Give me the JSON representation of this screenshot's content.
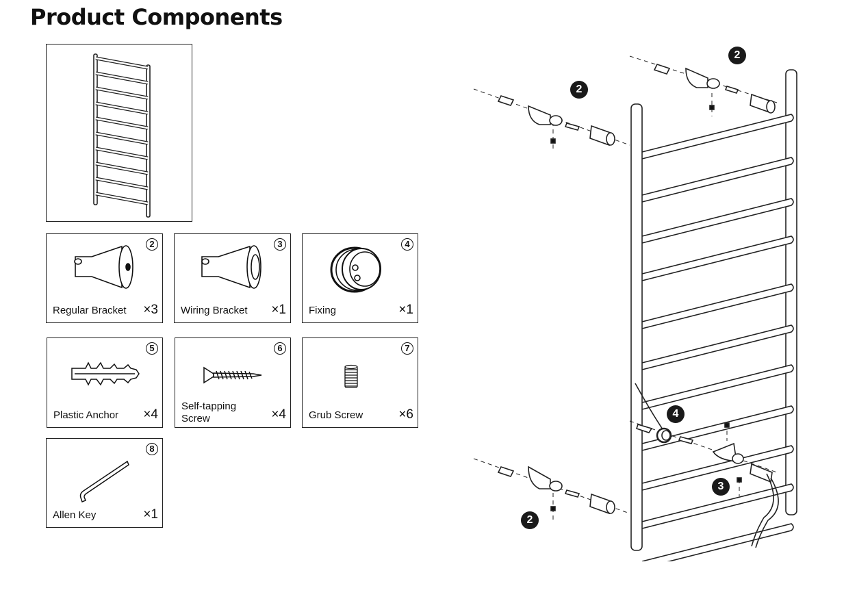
{
  "title": "Product Components",
  "components": [
    {
      "number": "2",
      "label": "Regular Bracket",
      "qty": "×3",
      "icon": "regular-bracket-icon"
    },
    {
      "number": "3",
      "label": "Wiring Bracket",
      "qty": "×1",
      "icon": "wiring-bracket-icon"
    },
    {
      "number": "4",
      "label": "Fixing",
      "qty": "×1",
      "icon": "fixing-icon"
    },
    {
      "number": "5",
      "label": "Plastic Anchor",
      "qty": "×4",
      "icon": "plastic-anchor-icon"
    },
    {
      "number": "6",
      "label": "Self-tapping Screw",
      "qty": "×4",
      "icon": "self-tapping-screw-icon"
    },
    {
      "number": "7",
      "label": "Grub Screw",
      "qty": "×6",
      "icon": "grub-screw-icon"
    },
    {
      "number": "8",
      "label": "Allen Key",
      "qty": "×1",
      "icon": "allen-key-icon"
    }
  ],
  "callouts": [
    "2",
    "2",
    "4",
    "3",
    "2"
  ]
}
